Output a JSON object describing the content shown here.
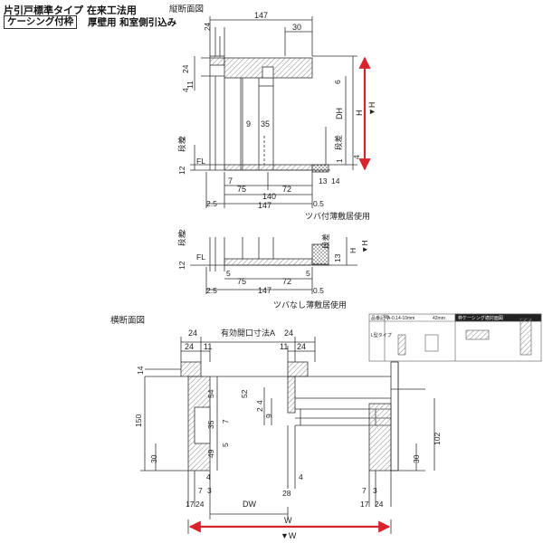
{
  "header": {
    "title": "片引戸標準タイプ 在来工法用",
    "casing_tag": "ケーシング付枠",
    "subtitle": "厚壁用 和室側引込み"
  },
  "sections": {
    "vertical": "縦断面図",
    "horizontal": "横断面図"
  },
  "notes": {
    "with_flange": "ツバ付薄敷居使用",
    "without_flange": "ツバなし薄敷居使用"
  },
  "labels": {
    "effective_opening": "有効開口寸法A",
    "step": "段差",
    "fl": "FL",
    "dh": "DH",
    "h": "H",
    "h_arrow": "▼H",
    "dw": "DW",
    "w": "W",
    "w_arrow": "▼W"
  },
  "dims": {
    "v_147": "147",
    "v_30": "30",
    "v_24": "24",
    "v_4": "4",
    "v_11": "11",
    "v_6": "6",
    "v_9": "9",
    "v_35": "35",
    "v_2": "2",
    "v_12": "12",
    "v_7": "7",
    "v_75": "75",
    "v_72": "72",
    "v_140": "140",
    "v_2_5": "2.5",
    "v_0_5": "0.5",
    "v_13": "13",
    "v_14": "14",
    "v_1": "1",
    "v_5": "5",
    "h_24": "24",
    "h_11": "11",
    "h_14": "14",
    "h_54": "54",
    "h_52": "52",
    "h_35": "35",
    "h_7": "7",
    "h_49": "49",
    "h_150": "150",
    "h_30": "30",
    "h_102": "102",
    "h_3": "3",
    "h_17": "17",
    "h_28": "28",
    "h_5": "5"
  },
  "inset": {
    "col1": "品番記号",
    "col2": "A-0.14-10mm",
    "col3": "42mm",
    "col4": "枠ケーシング適対面図",
    "row_type": "L型タイプ"
  },
  "colors": {
    "accent": "#d8232a",
    "ink": "#222222",
    "wood_hatch": "#9a9a9a"
  }
}
